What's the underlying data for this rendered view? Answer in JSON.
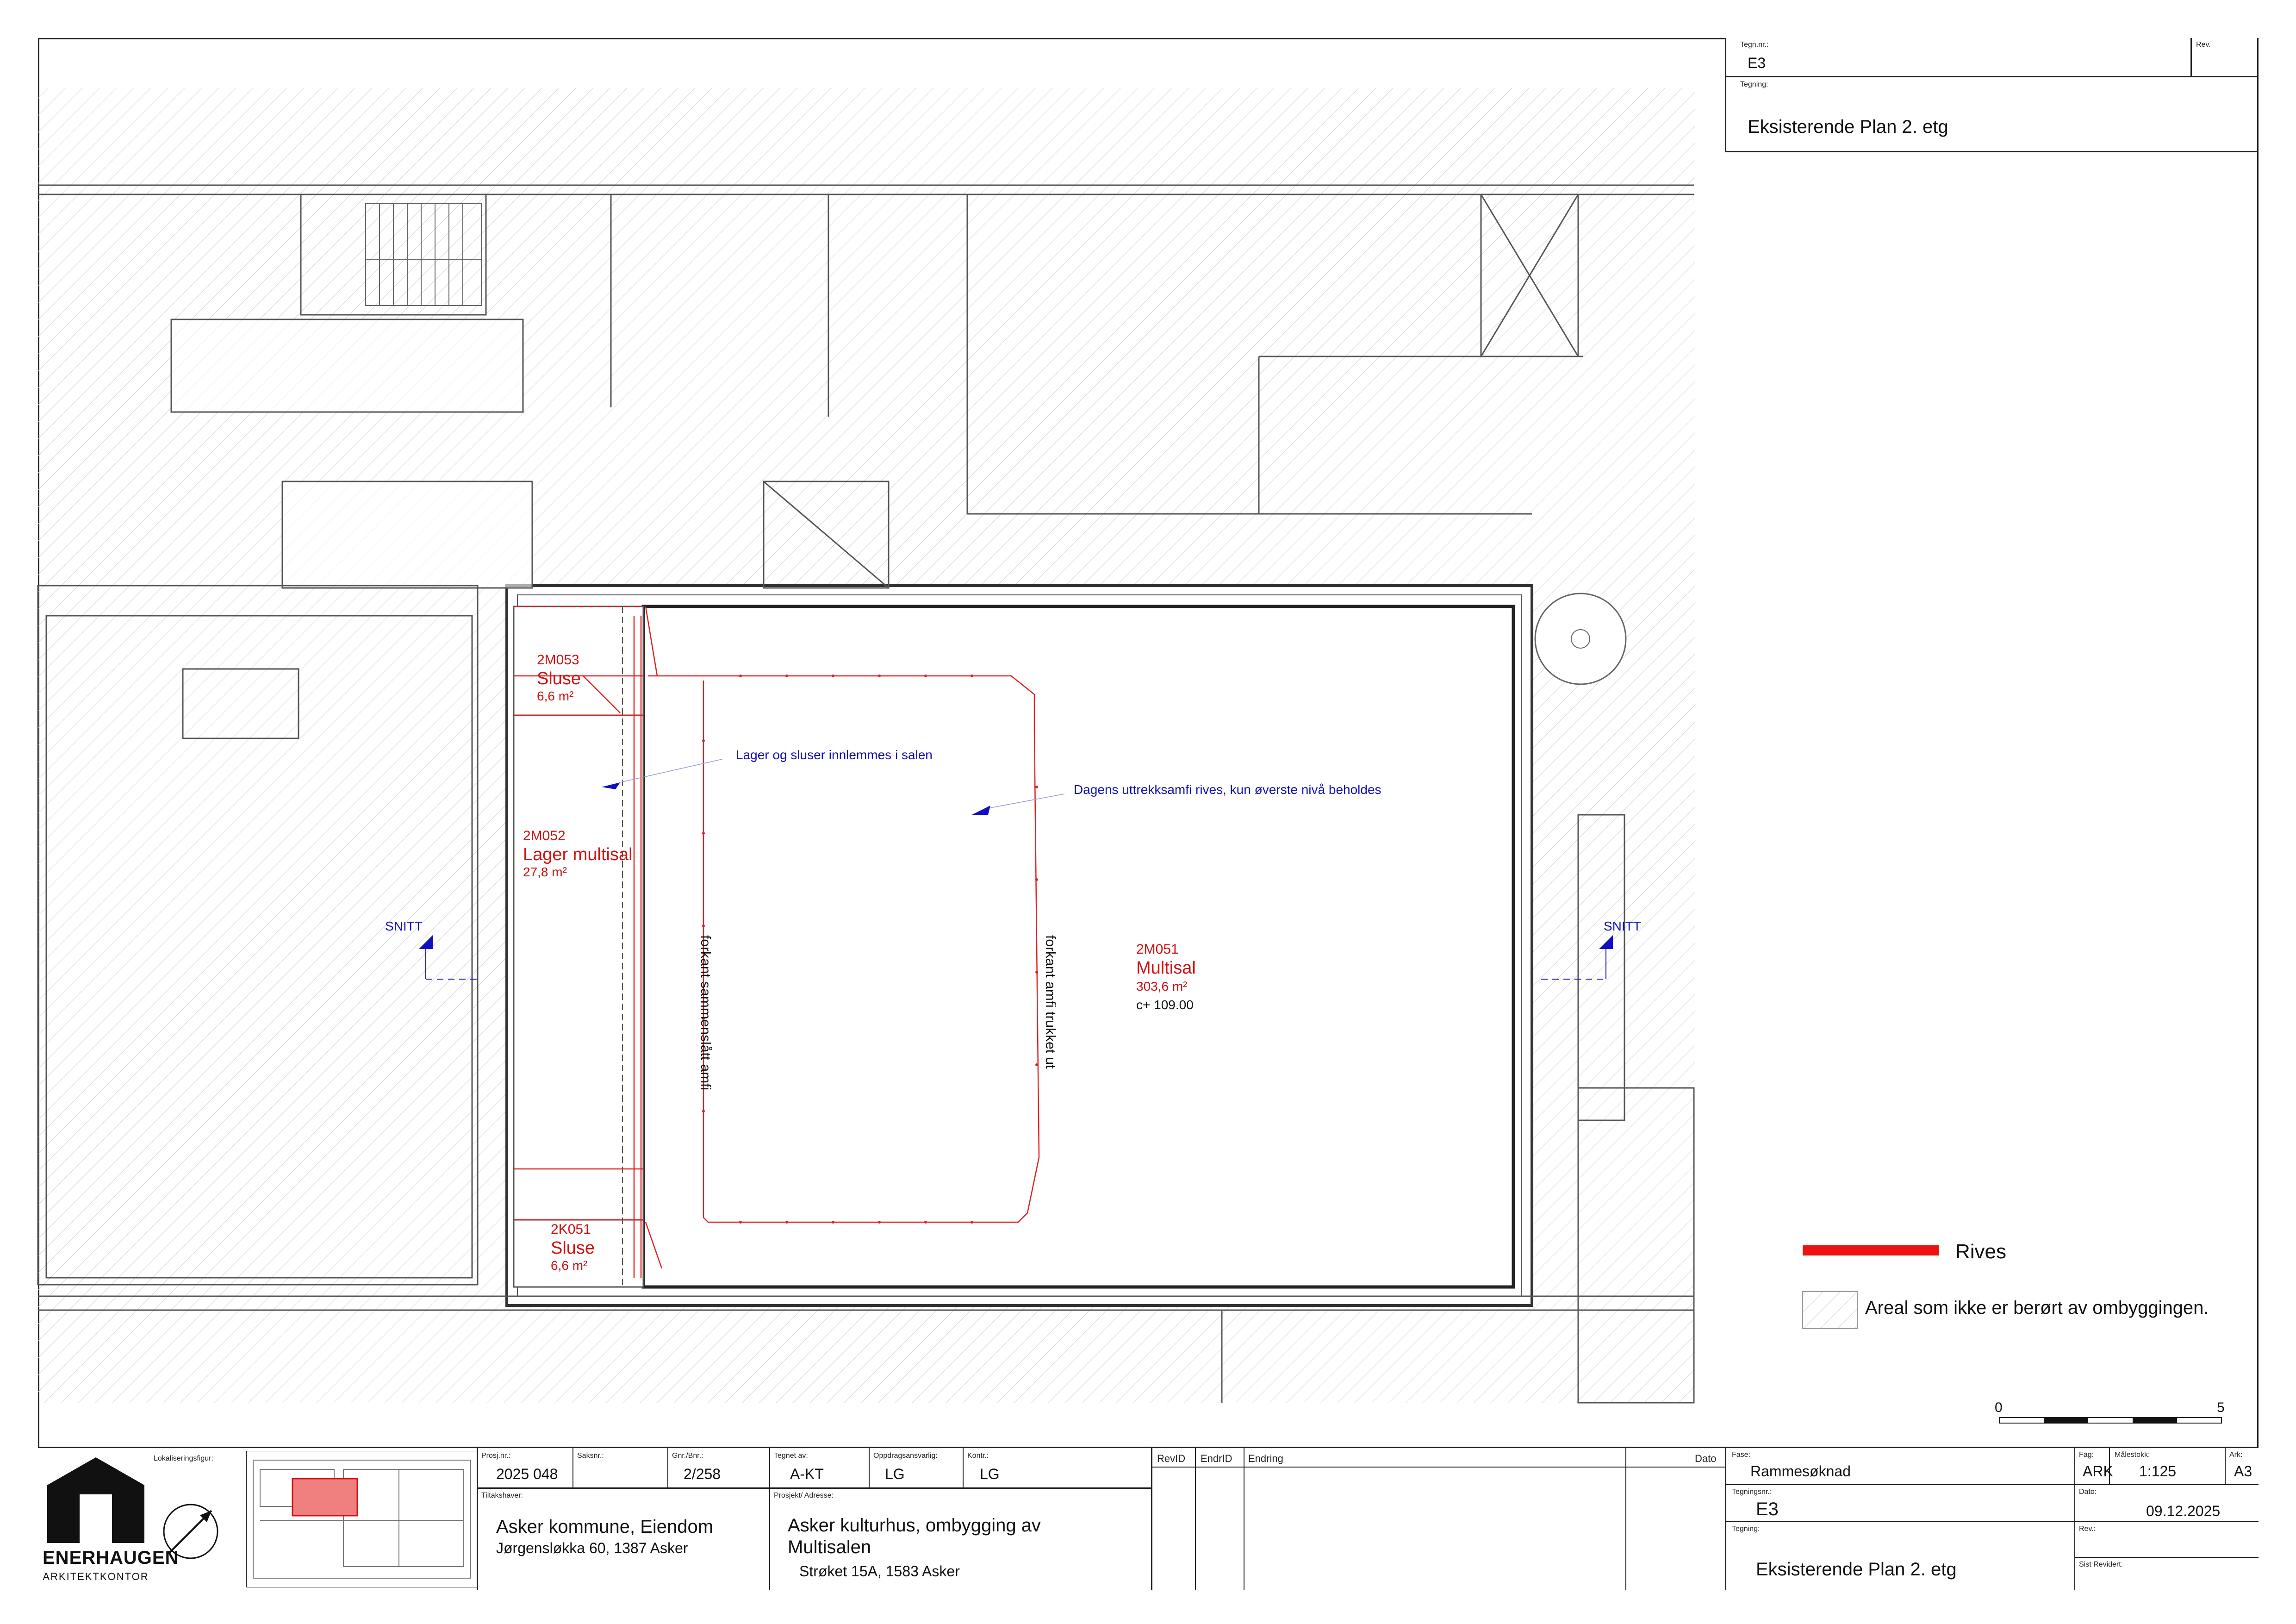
{
  "drawing": {
    "tegn_nr_label": "Tegn.nr.:",
    "tegn_nr": "E3",
    "rev_label": "Rev.",
    "tegning_label": "Tegning:",
    "tegning": "Eksisterende Plan 2. etg"
  },
  "rooms": [
    {
      "id": "2M053",
      "name": "Sluse",
      "area": "6,6 m²"
    },
    {
      "id": "2M052",
      "name": "Lager multisal",
      "area": "27,8 m²"
    },
    {
      "id": "2K051",
      "name": "Sluse",
      "area": "6,6 m²"
    },
    {
      "id": "2M051",
      "name": "Multisal",
      "area": "303,6 m²",
      "level": "c+ 109.00"
    }
  ],
  "notes": {
    "lager": "Lager og sluser innlemmes i salen",
    "amfi": "Dagens uttrekksamfi rives, kun øverste nivå beholdes",
    "forkant_sammenslatt": "forkant sammenslått amfi",
    "forkant_trukket": "forkant amfi trukket ut",
    "snitt_left": "SNITT",
    "snitt_right": "SNITT"
  },
  "legend": {
    "rives": "Rives",
    "areal": "Areal som ikke er berørt av ombyggingen.",
    "rives_color": "#ee1111"
  },
  "scale_bar": {
    "start": "0",
    "end": "5"
  },
  "titleblock": {
    "logo_main": "ENERHAUGEN",
    "logo_sub": "ARKITEKTKONTOR",
    "lokaliseringsfigur_label": "Lokaliseringsfigur:",
    "prosj_nr_label": "Prosj.nr.:",
    "prosj_nr": "2025 048",
    "saksnr_label": "Saksnr.:",
    "saksnr": "",
    "gnr_bnr_label": "Gnr./Bnr.:",
    "gnr_bnr": "2/258",
    "tegnet_av_label": "Tegnet av:",
    "tegnet_av": "A-KT",
    "oppdragsansvarlig_label": "Oppdragsansvarlig:",
    "oppdragsansvarlig": "LG",
    "kontr_label": "Kontr.:",
    "kontr": "LG",
    "tiltakshaver_label": "Tiltakshaver:",
    "tiltakshaver": "Asker kommune, Eiendom",
    "tiltakshaver_adr": "Jørgensløkka 60, 1387 Asker",
    "prosjekt_label": "Prosjekt/ Adresse:",
    "prosjekt_1": "Asker kulturhus, ombygging av",
    "prosjekt_2": "Multisalen",
    "prosjekt_adr": "Strøket 15A, 1583 Asker",
    "revid_label": "RevID",
    "endrid_label": "EndrID",
    "endring_label": "Endring",
    "dato_hdr_label": "Dato",
    "fase_label": "Fase:",
    "fase": "Rammesøknad",
    "fag_label": "Fag:",
    "fag": "ARK",
    "malestokk_label": "Målestokk:",
    "malestokk": "1:125",
    "ark_label": "Ark:",
    "ark": "A3",
    "tegningsnr_label": "Tegningsnr.:",
    "tegningsnr": "E3",
    "dato_label": "Dato:",
    "dato": "09.12.2025",
    "rev_label": "Rev.:",
    "rev": "",
    "tegning_label": "Tegning:",
    "tegning": "Eksisterende Plan 2. etg",
    "sist_revidert_label": "Sist Revidert:",
    "sist_revidert": ""
  }
}
